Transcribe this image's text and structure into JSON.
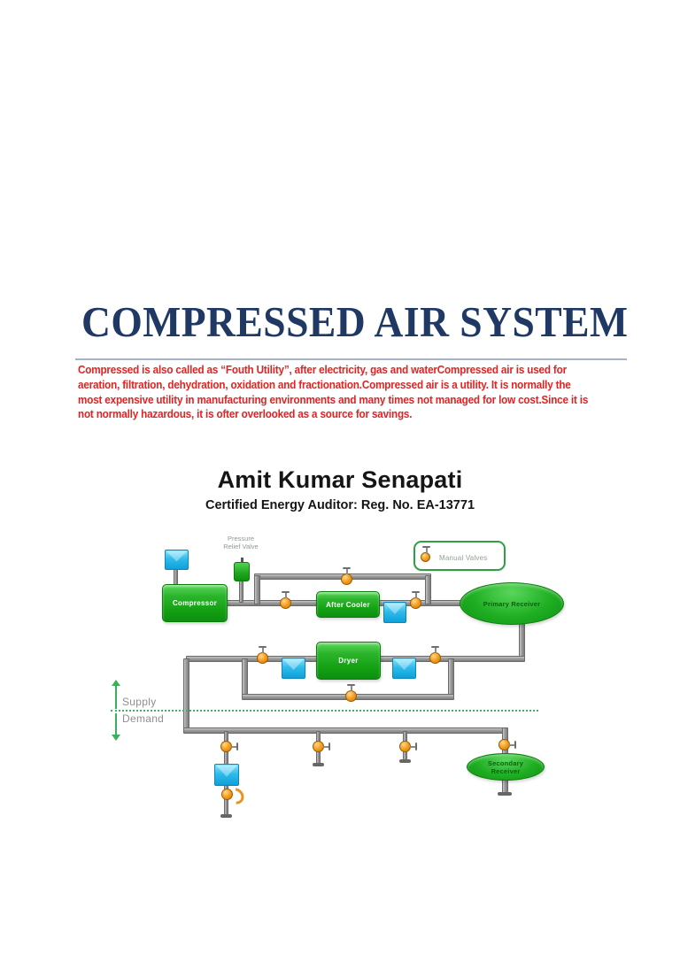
{
  "title": "COMPRESSED AIR SYSTEM",
  "intro": "Compressed is also called as “Fouth Utility”, after electricity, gas and waterCompressed air is used for\naeration, filtration, dehydration, oxidation and fractionation.Compressed air is a utility. It is normally the\nmost expensive utility in manufacturing environments and many times not managed for low cost.Since it is\nnot normally hazardous, it is ofter overlooked as a source for savings.",
  "author": {
    "name": "Amit Kumar Senapati",
    "credential": "Certified Energy Auditor: Reg. No. EA-13771"
  },
  "diagram": {
    "labels": {
      "pressure_relief_valve": "Pressure\nRelief Valve",
      "compressor": "Compressor",
      "after_cooler": "After Cooler",
      "dryer": "Dryer",
      "primary_receiver": "Primary Receiver",
      "secondary_receiver": "Secondary\nReceiver",
      "manual_valves": "Manual Valves",
      "supply": "Supply",
      "demand": "Demand"
    },
    "colors": {
      "title_navy": "#1f3864",
      "intro_red": "#e32222",
      "equipment_green": "#1ea51e",
      "cooler_blue": "#2fbcec",
      "valve_orange": "#f7a224",
      "pipe_gray": "#9d9d9d",
      "divider_green": "#43b166"
    }
  }
}
